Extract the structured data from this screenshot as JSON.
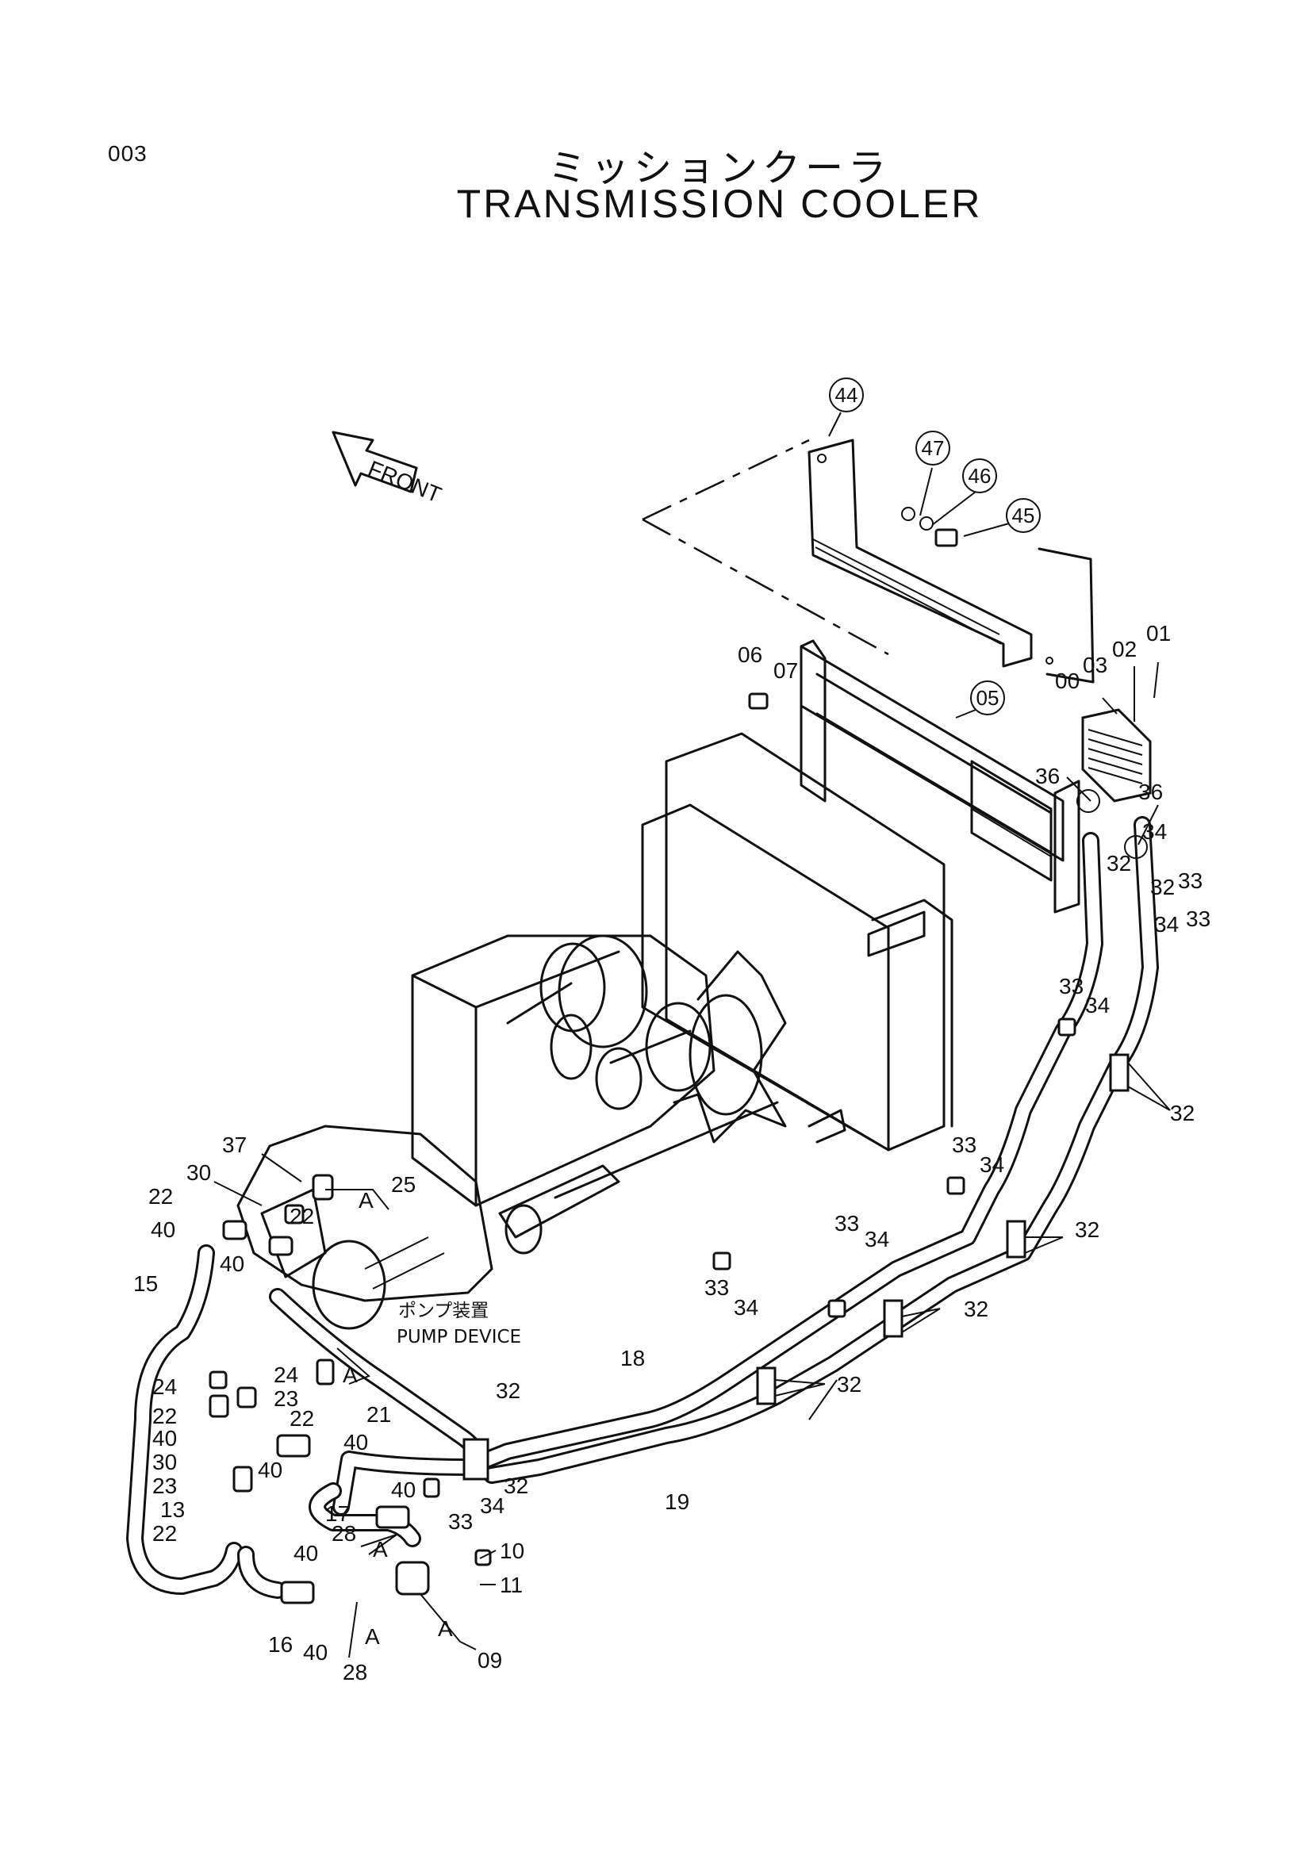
{
  "page_number": "003",
  "title_jp": "ミッションクーラ",
  "title_en": "TRANSMISSION COOLER",
  "front_label": "FRONT",
  "pump_device_jp": "ポンプ装置",
  "pump_device_en": "PUMP DEVICE",
  "circled_callouts": [
    {
      "id": "c44",
      "text": "44"
    },
    {
      "id": "c47",
      "text": "47"
    },
    {
      "id": "c46",
      "text": "46"
    },
    {
      "id": "c45",
      "text": "45"
    },
    {
      "id": "c05",
      "text": "05"
    }
  ],
  "callouts": [
    {
      "id": "l01",
      "text": "01"
    },
    {
      "id": "l02",
      "text": "02"
    },
    {
      "id": "l03",
      "text": "03"
    },
    {
      "id": "l00",
      "text": "00"
    },
    {
      "id": "l06",
      "text": "06"
    },
    {
      "id": "l07",
      "text": "07"
    },
    {
      "id": "l36a",
      "text": "36"
    },
    {
      "id": "l36b",
      "text": "36"
    },
    {
      "id": "l34a",
      "text": "34"
    },
    {
      "id": "l32a",
      "text": "32"
    },
    {
      "id": "l32b",
      "text": "32"
    },
    {
      "id": "l33a",
      "text": "33"
    },
    {
      "id": "l33b",
      "text": "33"
    },
    {
      "id": "l34b",
      "text": "34"
    },
    {
      "id": "l33c",
      "text": "33"
    },
    {
      "id": "l34c",
      "text": "34"
    },
    {
      "id": "l32c",
      "text": "32"
    },
    {
      "id": "l33d",
      "text": "33"
    },
    {
      "id": "l34d",
      "text": "34"
    },
    {
      "id": "l32d",
      "text": "32"
    },
    {
      "id": "l33e",
      "text": "33"
    },
    {
      "id": "l34e",
      "text": "34"
    },
    {
      "id": "l32e",
      "text": "32"
    },
    {
      "id": "l33f",
      "text": "33"
    },
    {
      "id": "l34f",
      "text": "34"
    },
    {
      "id": "l32f",
      "text": "32"
    },
    {
      "id": "l18",
      "text": "18"
    },
    {
      "id": "l19",
      "text": "19"
    },
    {
      "id": "l32g",
      "text": "32"
    },
    {
      "id": "l32h",
      "text": "32"
    },
    {
      "id": "l34g",
      "text": "34"
    },
    {
      "id": "l40a",
      "text": "40"
    },
    {
      "id": "l33g",
      "text": "33"
    },
    {
      "id": "l37",
      "text": "37"
    },
    {
      "id": "l30a",
      "text": "30"
    },
    {
      "id": "l22a",
      "text": "22"
    },
    {
      "id": "l40b",
      "text": "40"
    },
    {
      "id": "l22b",
      "text": "22"
    },
    {
      "id": "l40c",
      "text": "40"
    },
    {
      "id": "l25",
      "text": "25"
    },
    {
      "id": "lA1",
      "text": "A"
    },
    {
      "id": "l15",
      "text": "15"
    },
    {
      "id": "l24a",
      "text": "24"
    },
    {
      "id": "l24b",
      "text": "24"
    },
    {
      "id": "l22c",
      "text": "22"
    },
    {
      "id": "l23a",
      "text": "23"
    },
    {
      "id": "l40d",
      "text": "40"
    },
    {
      "id": "l22d",
      "text": "22"
    },
    {
      "id": "l30b",
      "text": "30"
    },
    {
      "id": "l40e",
      "text": "40"
    },
    {
      "id": "l23b",
      "text": "23"
    },
    {
      "id": "l13",
      "text": "13"
    },
    {
      "id": "l22e",
      "text": "22"
    },
    {
      "id": "l40f",
      "text": "40"
    },
    {
      "id": "lA2",
      "text": "A"
    },
    {
      "id": "l21",
      "text": "21"
    },
    {
      "id": "l40g",
      "text": "40"
    },
    {
      "id": "l17",
      "text": "17"
    },
    {
      "id": "l28a",
      "text": "28"
    },
    {
      "id": "lA3",
      "text": "A"
    },
    {
      "id": "l10",
      "text": "10"
    },
    {
      "id": "l11",
      "text": "11"
    },
    {
      "id": "l16",
      "text": "16"
    },
    {
      "id": "l40h",
      "text": "40"
    },
    {
      "id": "l28b",
      "text": "28"
    },
    {
      "id": "lA4",
      "text": "A"
    },
    {
      "id": "lA5",
      "text": "A"
    },
    {
      "id": "l09",
      "text": "09"
    }
  ]
}
